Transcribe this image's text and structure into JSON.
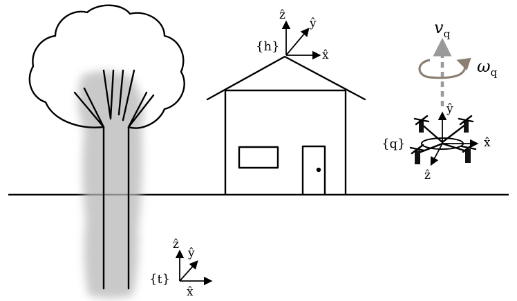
{
  "frames": {
    "tree": {
      "label": "{t}",
      "axes": {
        "z": "ẑ",
        "y": "ŷ",
        "x": "x̂"
      }
    },
    "house": {
      "label": "{h}",
      "axes": {
        "z": "ẑ",
        "y": "ŷ",
        "x": "x̂"
      }
    },
    "quad": {
      "label": "{q}",
      "axes": {
        "y": "ŷ",
        "x": "x̂",
        "z": "ẑ"
      }
    }
  },
  "velocity": {
    "symbol": "v",
    "subscript": "q"
  },
  "angular_velocity": {
    "symbol": "ω",
    "subscript": "q"
  },
  "colors": {
    "line": "#000000",
    "shadow": "#b8b8b8",
    "velocity_arrow": "#9a9a9a",
    "rotation_arrow": "#8a7f72"
  }
}
